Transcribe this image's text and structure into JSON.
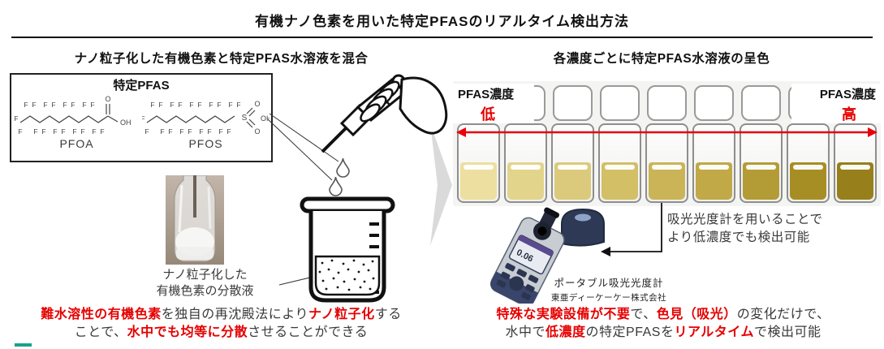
{
  "title": "有機ナノ色素を用いた特定PFASのリアルタイム検出方法",
  "colors": {
    "red": "#e60000",
    "logo_teal": "#17a28e"
  },
  "left": {
    "header": "ナノ粒子化した有機色素と特定PFAS水溶液を混合",
    "pfas_box": {
      "title": "特定PFAS",
      "compound1": "PFOA",
      "compound2": "PFOS"
    },
    "dispersion_label_line1": "ナノ粒子化した",
    "dispersion_label_line2": "有機色素の分散液",
    "caption": {
      "line1": [
        {
          "t": "難水溶性の有機色素",
          "red": true
        },
        {
          "t": "を独自の再沈殿法により",
          "red": false
        },
        {
          "t": "ナノ粒子化",
          "red": true
        },
        {
          "t": "する",
          "red": false
        }
      ],
      "line2": [
        {
          "t": "ことで、",
          "red": false
        },
        {
          "t": "水中でも均等に分散",
          "red": true
        },
        {
          "t": "させることができる",
          "red": false
        }
      ]
    }
  },
  "right": {
    "header": "各濃度ごとに特定PFAS水溶液の呈色",
    "concentration_label": "PFAS濃度",
    "low": "低",
    "high": "高",
    "cuvette_colors": [
      "#ecdfa0",
      "#e3d48c",
      "#dcca7c",
      "#d2bf66",
      "#cbb458",
      "#c0a946",
      "#b39c36",
      "#a68e25",
      "#97801c"
    ],
    "photometer": {
      "screen_value": "0.06",
      "caption_line1": "ポータブル吸光光度計",
      "caption_line2": "東亜ディーケーケー株式会社"
    },
    "note_line1": "吸光光度計を用いることで",
    "note_line2": "より低濃度でも検出可能",
    "caption": {
      "line1": [
        {
          "t": "特殊な実験設備が不要",
          "red": true
        },
        {
          "t": "で、",
          "red": false
        },
        {
          "t": "色見（吸光）",
          "red": true
        },
        {
          "t": "の変化だけで、",
          "red": false
        }
      ],
      "line2": [
        {
          "t": "水中で",
          "red": false
        },
        {
          "t": "低濃度",
          "red": true
        },
        {
          "t": "の特定PFASを",
          "red": false
        },
        {
          "t": "リアルタイム",
          "red": true
        },
        {
          "t": "で検出可能",
          "red": false
        }
      ]
    }
  }
}
